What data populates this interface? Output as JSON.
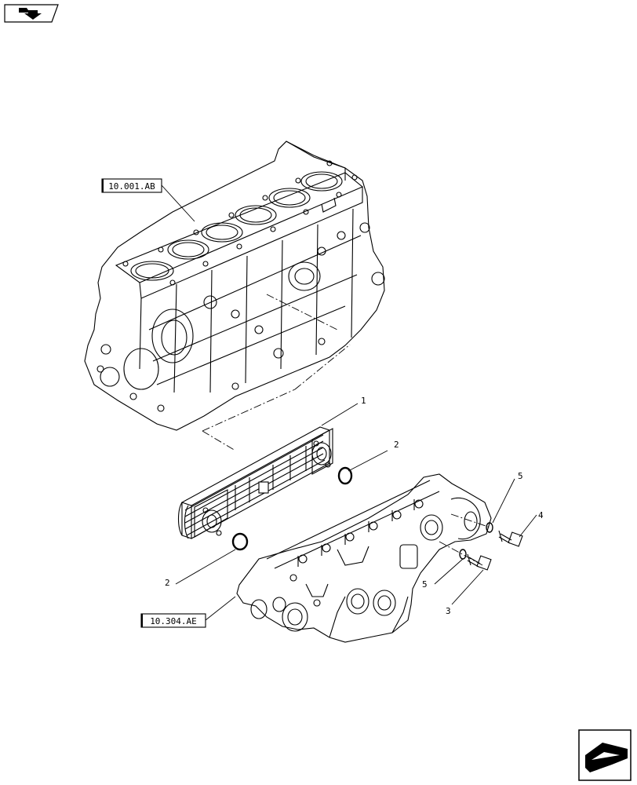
{
  "references": {
    "engine_block": "10.001.AB",
    "oil_filter_housing": "10.304.AE"
  },
  "callouts": {
    "oil_cooler": "1",
    "seal_ring_upper": "2",
    "seal_ring_lower": "2",
    "screw_lower": "3",
    "screw_upper": "4",
    "washer_upper": "5",
    "washer_lower": "5"
  },
  "icons": {
    "top_left": "navigation-arrow-icon",
    "bottom_right": "next-page-arrow-icon"
  }
}
